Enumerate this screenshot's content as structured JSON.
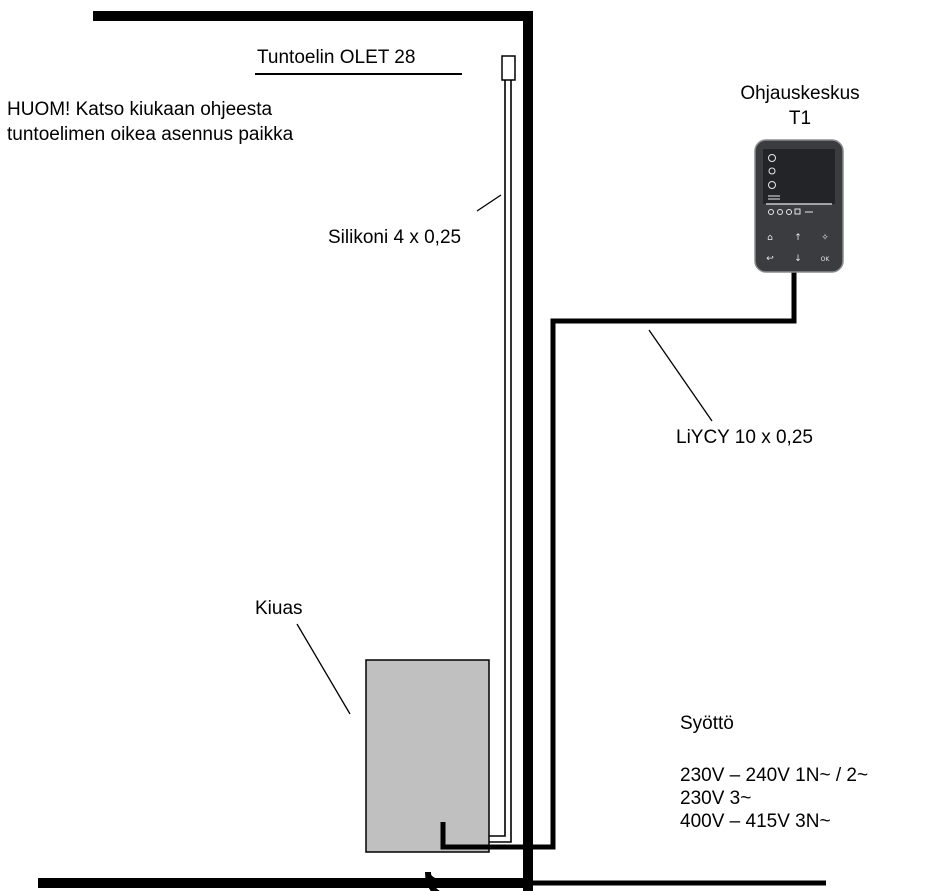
{
  "sensor": {
    "label": "Tuntoelin OLET 28"
  },
  "note": {
    "line1": "HUOM!  Katso kiukaan ohjeesta",
    "line2": "tuntoelimen oikea asennus paikka"
  },
  "sensor_cable": {
    "label": "Silikoni 4 x 0,25"
  },
  "control_unit": {
    "title_line1": "Ohjauskeskus",
    "title_line2": "T1"
  },
  "control_cable": {
    "label": "LiYCY 10 x 0,25"
  },
  "heater": {
    "label": "Kiuas"
  },
  "supply": {
    "title": "Syöttö",
    "options": [
      "230V – 240V 1N~ / 2~",
      "230V 3~",
      "400V – 415V 3N~"
    ]
  },
  "colors": {
    "wall": "#000000",
    "heater_fill": "#c0c0c0",
    "panel": "#3a3c40",
    "panel_border": "#8a8c90"
  }
}
